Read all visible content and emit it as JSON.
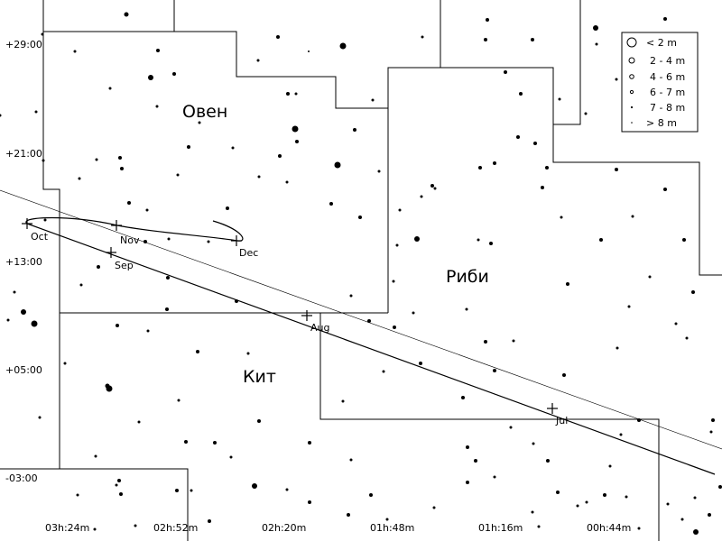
{
  "constellations": {
    "oven": "Овен",
    "ribi": "Риби",
    "kit": "Кит"
  },
  "axes": {
    "dec_labels": [
      "+29:00",
      "+21:00",
      "+13:00",
      "+05:00",
      "-03:00"
    ],
    "ra_labels": [
      "03h:24m",
      "02h:52m",
      "02h:20m",
      "01h:48m",
      "01h:16m",
      "00h:44m"
    ]
  },
  "path_months": {
    "oct": "Oct",
    "nov": "Nov",
    "dec": "Dec",
    "sep": "Sep",
    "aug": "Aug",
    "jul": "Jul"
  },
  "legend": {
    "items": [
      {
        "label": "< 2 m",
        "size": "r6"
      },
      {
        "label": "2 - 4 m",
        "size": "r4"
      },
      {
        "label": "4 - 6 m",
        "size": "r3"
      },
      {
        "label": "6 - 7 m",
        "size": "r2"
      },
      {
        "label": "7 - 8 m",
        "size": "r1.5"
      },
      {
        "label": "> 8 m",
        "size": "r1"
      }
    ]
  }
}
